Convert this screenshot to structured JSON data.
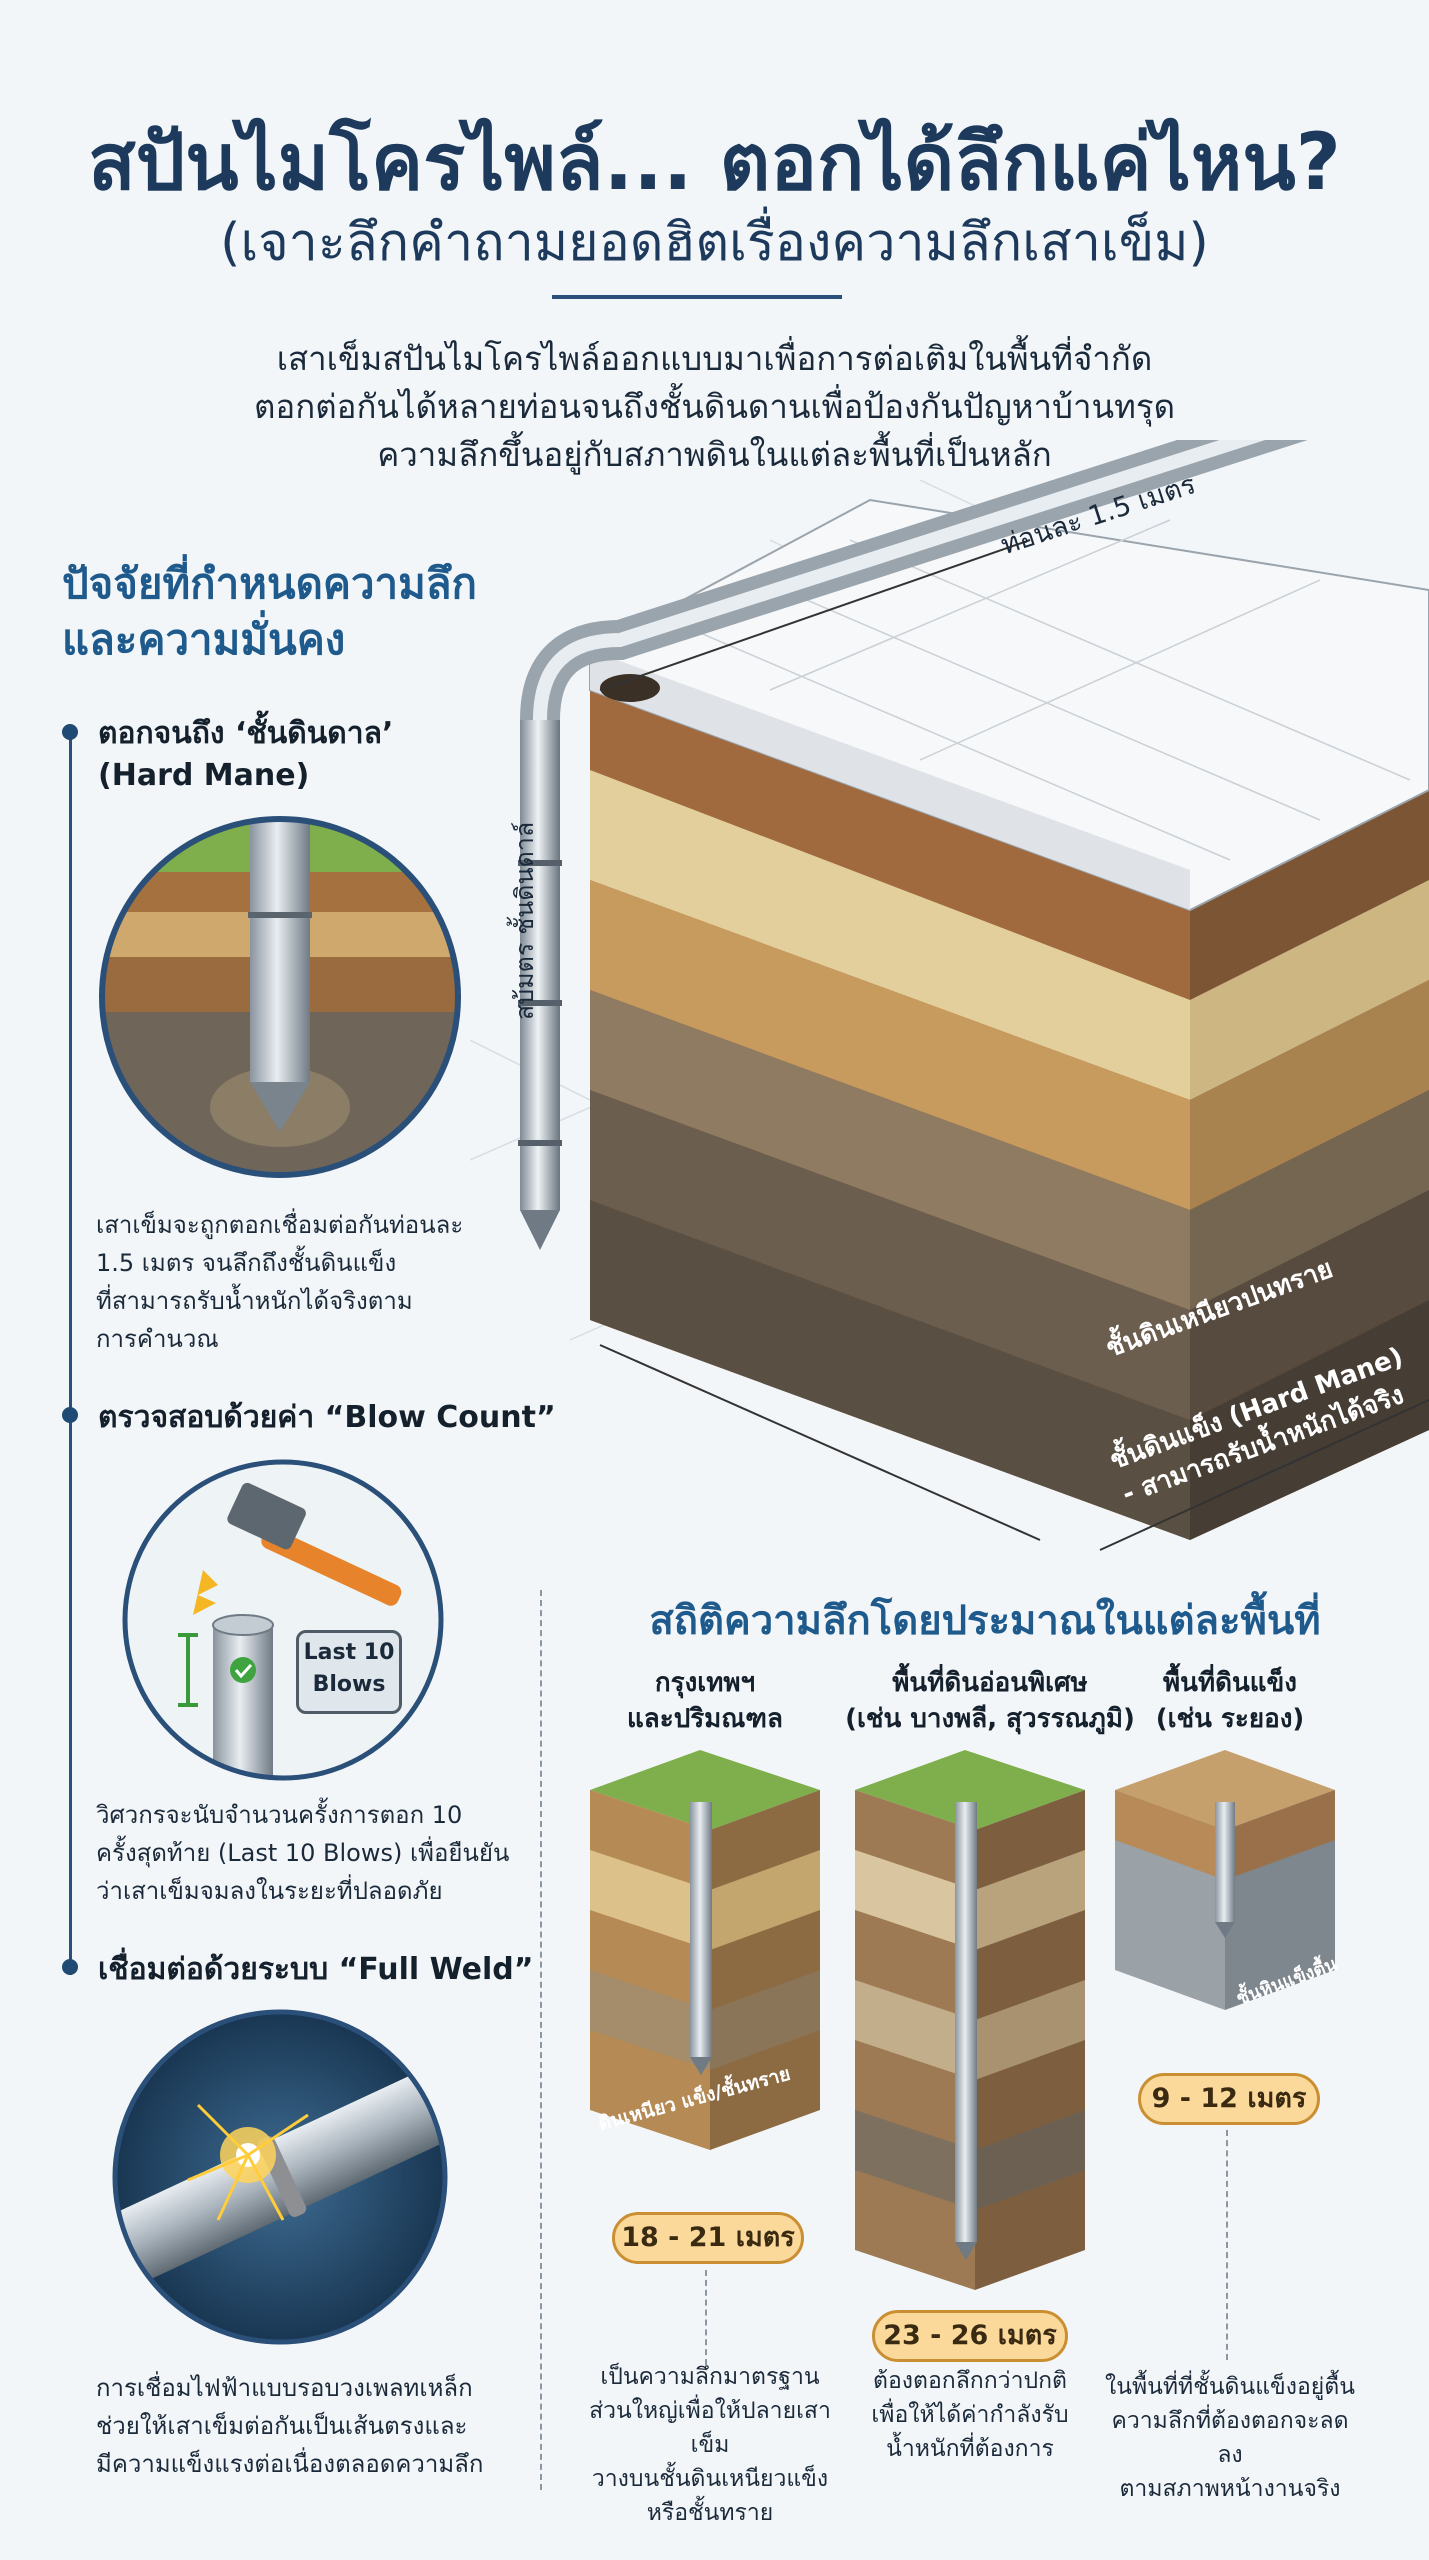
{
  "header": {
    "title": "สปันไมโครไพล์... ตอกได้ลึกแค่ไหน?",
    "subtitle": "(เจาะลึกคำถามยอดฮิตเรื่องความลึกเสาเข็ม)"
  },
  "intro": {
    "line1": "เสาเข็มสปันไมโครไพล์ออกแบบมาเพื่อการต่อเติมในพื้นที่จำกัด",
    "line2": "ตอกต่อกันได้หลายท่อนจนถึงชั้นดินดานเพื่อป้องกันปัญหาบ้านทรุด",
    "line3": "ความลึกขึ้นอยู่กับสภาพดินในแต่ละพื้นที่เป็นหลัก"
  },
  "factors": {
    "heading_line1": "ปัจจัยที่กำหนดความลึก",
    "heading_line2": "และความมั่นคง",
    "items": [
      {
        "title_line1": "ตอกจนถึง ‘ชั้นดินดาล’",
        "title_line2": "(Hard Mane)",
        "desc": [
          "เสาเข็มจะถูกตอกเชื่อมต่อกันท่อนละ",
          "1.5 เมตร จนลึกถึงชั้นดินแข็ง",
          "ที่สามารถรับน้ำหนักได้จริงตาม",
          "การคำนวณ"
        ]
      },
      {
        "title_line1": "ตรวจสอบด้วยค่า “Blow Count”",
        "desc": [
          "วิศวกรจะนับจำนวนครั้งการตอก 10",
          "ครั้งสุดท้าย (Last 10 Blows) เพื่อยืนยัน",
          "ว่าเสาเข็มจมลงในระยะที่ปลอดภัย"
        ],
        "callout_line1": "Last 10",
        "callout_line2": "Blows"
      },
      {
        "title_line1": "เชื่อมต่อด้วยระบบ “Full Weld”",
        "desc": [
          "การเชื่อมไฟฟ้าแบบรอบวงเพลทเหล็ก",
          "ช่วยให้เสาเข็มต่อกันเป็นเส้นตรงและ",
          "มีความแข็งแรงต่อเนื่องตลอดความลึก"
        ]
      }
    ]
  },
  "cross_section": {
    "segment_label": "ท่อนละ 1.5 เมตร",
    "depth_label": "สบ้มตร ชั้นดินดาล์",
    "layer_clay": "ชั้นดินเหนียวปนทราย",
    "layer_hard_line1": "ชั้นดินแข็ง (Hard Mane)",
    "layer_hard_line2": "- สามารถรับน้ำหนักได้จริง"
  },
  "stats": {
    "heading": "สถิติความลึกโดยประมาณในแต่ละพื้นที่",
    "columns": [
      {
        "head_line1": "กรุงเทพฯ",
        "head_line2": "และปริมณฑล",
        "block_label": "ดินเหนียว แข็ง/ชั้นทราย",
        "depth": "18 - 21 เมตร",
        "desc": [
          "เป็นความลึกมาตรฐาน",
          "ส่วนใหญ่เพื่อให้ปลายเสาเข็ม",
          "วางบนชั้นดินเหนียวแข็ง",
          "หรือชั้นทราย"
        ]
      },
      {
        "head_line1": "พื้นที่ดินอ่อนพิเศษ",
        "head_line2": "(เช่น บางพลี, สุวรรณภูมิ)",
        "depth": "23 - 26 เมตร",
        "desc": [
          "ต้องตอกลึกกว่าปกติ",
          "เพื่อให้ได้ค่ากำลังรับ",
          "น้ำหนักที่ต้องการ"
        ]
      },
      {
        "head_line1": "พื้นที่ดินแข็ง",
        "head_line2": "(เช่น ระยอง)",
        "block_label": "ชั้นหินแข็งตื้น",
        "depth": "9 - 12 เมตร",
        "desc": [
          "ในพื้นที่ที่ชั้นดินแข็งอยู่ตื้น",
          "ความลึกที่ต้องตอกจะลดลง",
          "ตามสภาพหน้างานจริง"
        ]
      }
    ]
  },
  "colors": {
    "navy": "#1d3a5c",
    "accent_blue": "#1f5a8c",
    "badge_fill": "#fbd99a",
    "badge_border": "#c98f32"
  }
}
